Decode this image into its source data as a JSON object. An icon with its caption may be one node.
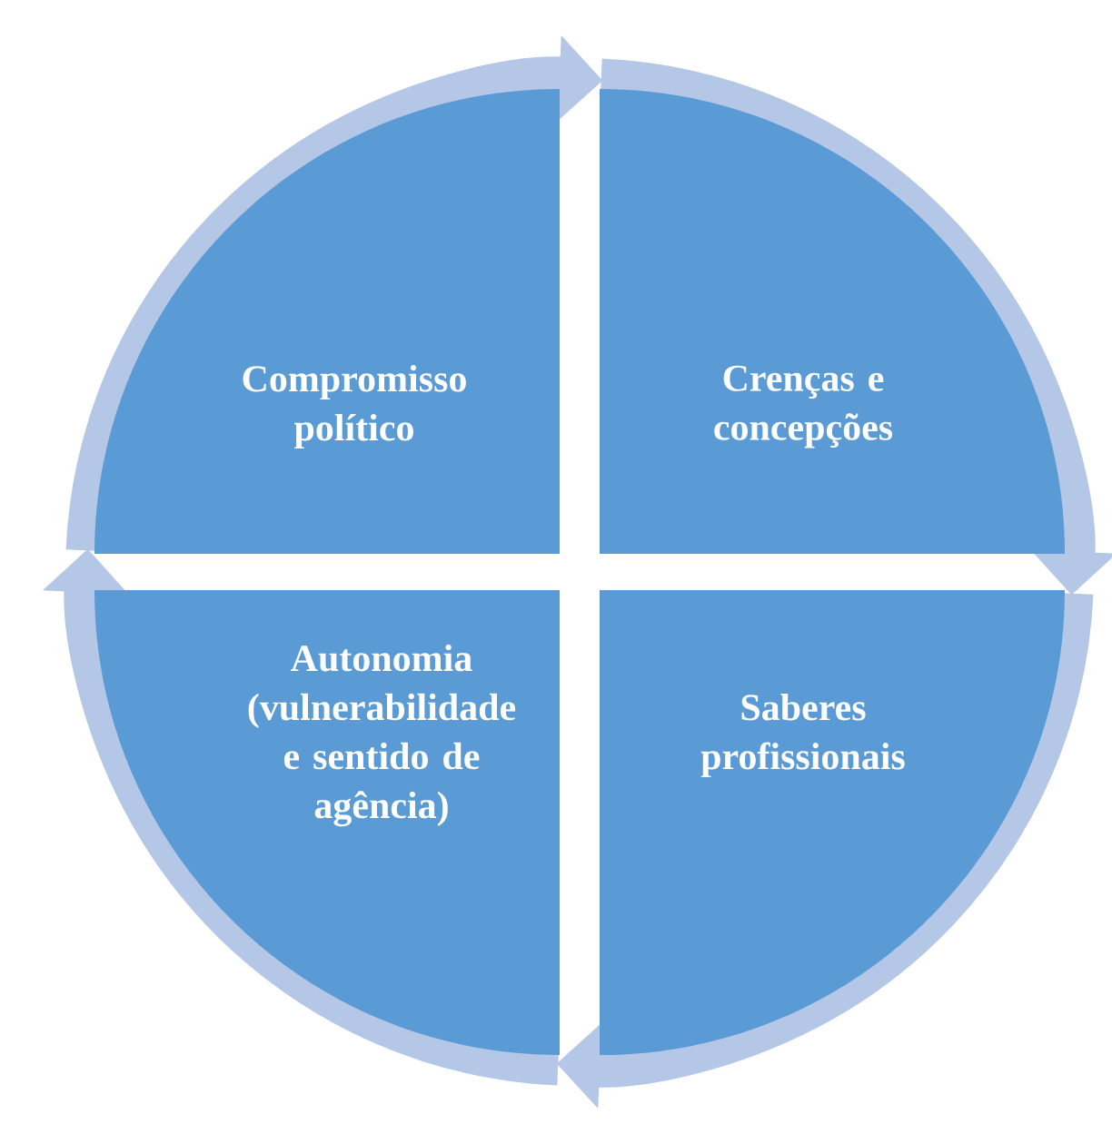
{
  "diagram": {
    "nodes": [
      {
        "text": [
          "Compromisso político"
        ]
      },
      {
        "text": [
          "Crenças e concepções"
        ]
      },
      {
        "text": [
          "Autonomia (vulnerabilidade e sentido de agência)"
        ]
      },
      {
        "text": [
          "Saberes profissionais"
        ]
      }
    ],
    "edges": [
      {
        "from": 0,
        "to": 1,
        "arrow": "to"
      },
      {
        "from": 1,
        "to": 3,
        "arrow": "to"
      },
      {
        "from": 3,
        "to": 2,
        "arrow": "to"
      },
      {
        "from": 2,
        "to": 0,
        "arrow": "to"
      }
    ]
  }
}
